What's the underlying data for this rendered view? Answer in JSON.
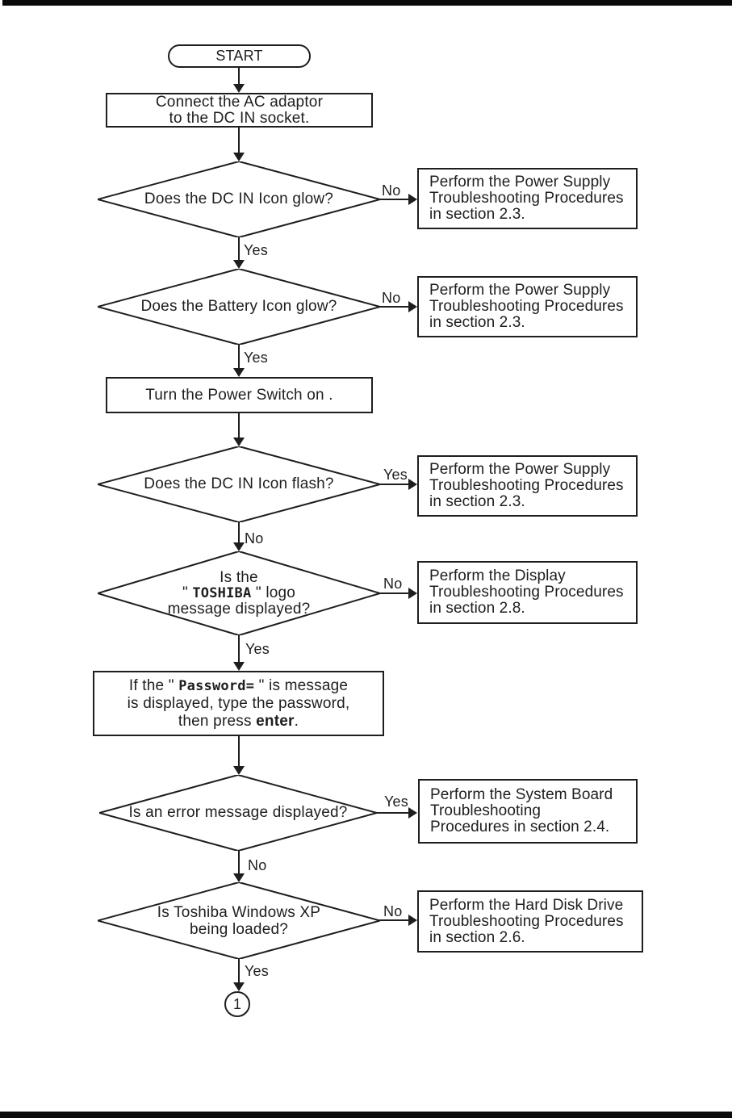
{
  "colors": {
    "ink": "#1e1e1e",
    "background": "#ffffff"
  },
  "lbl": {
    "yes": "Yes",
    "no": "No"
  },
  "fc": {
    "start": "START",
    "connect": [
      "Connect the AC adaptor",
      "to the DC IN socket."
    ],
    "d_glow": "Does the DC IN Icon glow?",
    "d_battery": "Does the Battery Icon glow?",
    "turn": "Turn the Power Switch on .",
    "d_flash": "Does the DC IN Icon flash?",
    "d_logo": {
      "l1": "Is the",
      "pre": "\" ",
      "logo": "TOSHIBA",
      "post": " \" logo",
      "l3": "message displayed?"
    },
    "pw": {
      "p1": "If the \" ",
      "mono": "Password=",
      "p2": " \" is message",
      "l2": "is displayed, type the password,",
      "p3": "then press ",
      "bold": "enter",
      "p4": "."
    },
    "d_error": "Is an error message displayed?",
    "d_xp": [
      "Is Toshiba Windows XP",
      "being loaded?"
    ],
    "r_power": [
      "Perform the Power Supply",
      "Troubleshooting Procedures",
      "in section 2.3."
    ],
    "r_display": [
      "Perform the Display",
      "Troubleshooting Procedures",
      "in section 2.8."
    ],
    "r_board": [
      "Perform the System Board",
      "Troubleshooting",
      "Procedures in section 2.4."
    ],
    "r_hdd": [
      "Perform the Hard Disk Drive",
      "Troubleshooting Procedures",
      "in section 2.6."
    ],
    "circle": "1"
  }
}
